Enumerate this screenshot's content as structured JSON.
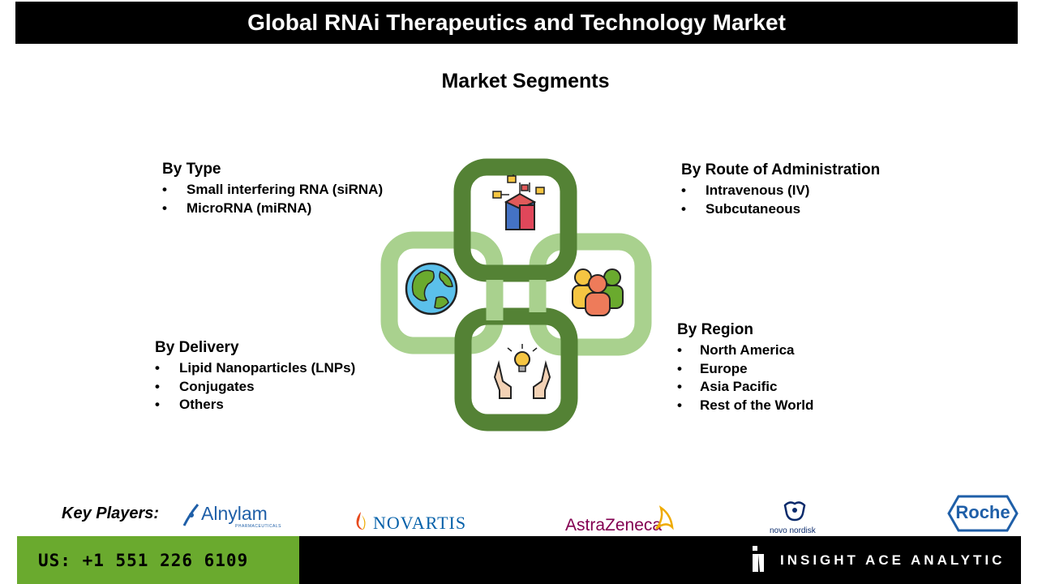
{
  "title": "Global RNAi Therapeutics and Technology Market",
  "subtitle": "Market Segments",
  "segments": {
    "type": {
      "title": "By Type",
      "items": [
        "Small interfering RNA (siRNA)",
        "MicroRNA (miRNA)"
      ]
    },
    "route": {
      "title": "By Route of Administration",
      "items": [
        "Intravenous (IV)",
        "Subcutaneous"
      ]
    },
    "delivery": {
      "title": "By Delivery",
      "items": [
        "Lipid Nanoparticles (LNPs)",
        "Conjugates",
        "Others"
      ]
    },
    "region": {
      "title": "By Region",
      "items": [
        "North America",
        "Europe",
        "Asia Pacific",
        "Rest of the World"
      ]
    }
  },
  "icons": [
    "network-cube-icon",
    "globe-icon",
    "people-group-icon",
    "hands-lightbulb-icon"
  ],
  "key_players_label": "Key Players:",
  "logos": {
    "alnylam": "Alnylam",
    "alnylam_sub": "PHARMACEUTICALS",
    "novartis": "NOVARTIS",
    "astrazeneca": "AstraZeneca",
    "novo": "novo nordisk",
    "roche": "Roche"
  },
  "footer": {
    "phone": "US: +1 551 226 6109",
    "brand": "INSIGHT ACE ANALYTIC"
  },
  "colors": {
    "dark_green": "#548235",
    "light_green": "#a9d18e",
    "footer_green": "#6aaa2e",
    "roche_blue": "#1f5fa8",
    "novartis_blue": "#0460a9",
    "az_purple": "#830051",
    "az_gold": "#efab00"
  }
}
